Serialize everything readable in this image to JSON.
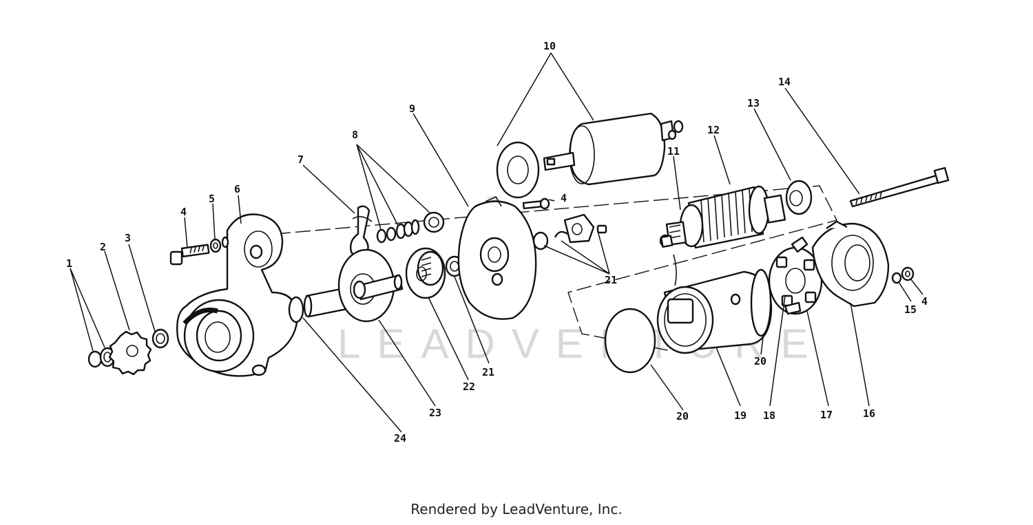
{
  "diagram": {
    "watermark": "LEADVENTURE",
    "credit": "Rendered by LeadVenture, Inc.",
    "callouts": [
      "1",
      "2",
      "3",
      "4",
      "5",
      "6",
      "7",
      "8",
      "9",
      "10",
      "11",
      "12",
      "13",
      "14",
      "15",
      "4",
      "4",
      "16",
      "17",
      "18",
      "19",
      "20",
      "20",
      "21",
      "21",
      "22",
      "23",
      "24"
    ]
  }
}
